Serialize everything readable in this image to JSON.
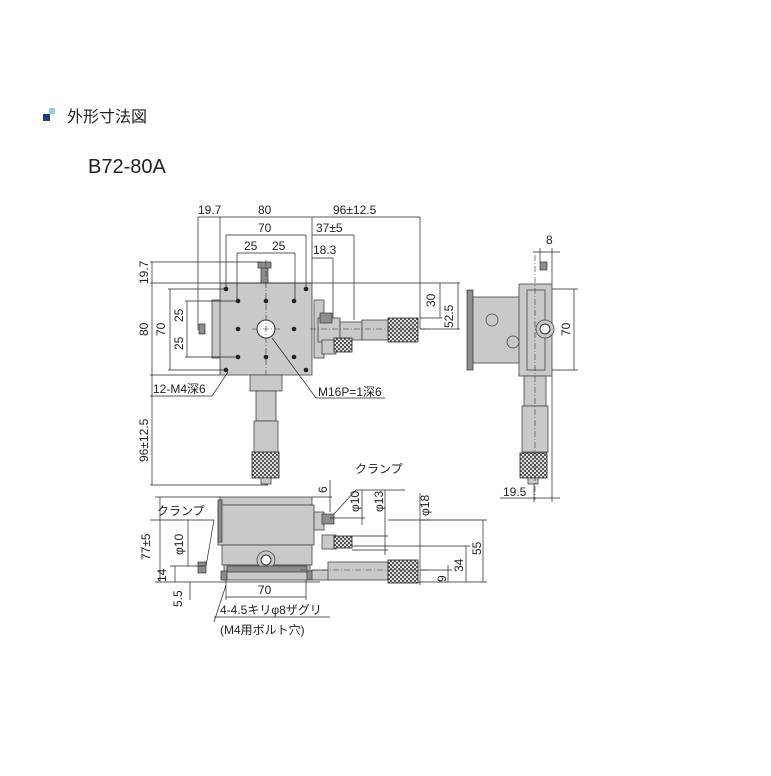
{
  "header": {
    "title": "外形寸法図",
    "model": "B72-80A"
  },
  "top_view": {
    "dims": {
      "d19_7_top": "19.7",
      "d80_top": "80",
      "d96_top": "96±12.5",
      "d70_top": "70",
      "d37": "37±5",
      "d25a": "25",
      "d25b": "25",
      "d18_3": "18.3",
      "d19_7_left": "19.7",
      "d80_left": "80",
      "d70_left": "70",
      "d25c": "25",
      "d25d": "25",
      "d96_left": "96±12.5",
      "d30": "30",
      "d52_5": "52.5"
    },
    "labels": {
      "holes": "12-M4深6",
      "center_hole": "M16P=1深6"
    }
  },
  "side_view": {
    "dims": {
      "d8": "8",
      "d70": "70",
      "d19_5": "19.5"
    }
  },
  "front_view": {
    "dims": {
      "d6": "6",
      "phi10_r": "φ10",
      "phi13": "φ13",
      "phi18": "φ18",
      "d55": "55",
      "d34": "34",
      "d9": "9",
      "d77": "77±5",
      "phi10_l": "φ10",
      "d14": "14",
      "d5_5": "5.5",
      "d70": "70"
    },
    "labels": {
      "clamp_right": "クランプ",
      "clamp_left": "クランプ",
      "bolt_holes": "4-4.5キリφ8ザグリ",
      "bolt_note": "(M4用ボルト穴)"
    }
  }
}
